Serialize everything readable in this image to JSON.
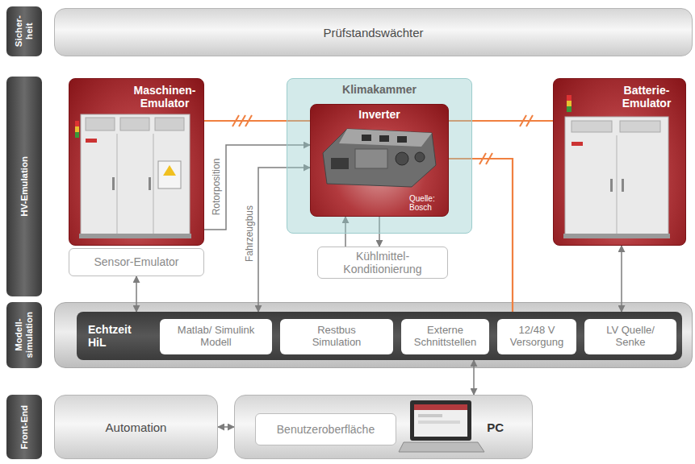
{
  "diagram": {
    "nodes": [
      {
        "text": [
          "Sicher- heit"
        ]
      },
      {
        "text": [
          "Prüfstandswächter"
        ]
      },
      {
        "text": [
          "HV-Emulation"
        ]
      },
      {
        "text": [
          "Maschinen- Emulator"
        ]
      },
      {
        "text": [
          "Sensor-Emulator"
        ]
      },
      {
        "text": [
          "Klimakammer"
        ]
      },
      {
        "text": [
          "Inverter",
          "Quelle: Bosch"
        ],
        "in": 5
      },
      {
        "text": [
          "Kühlmittel- Konditionierung"
        ]
      },
      {
        "text": [
          "Batterie- Emulator"
        ]
      },
      {
        "text": [
          "Modell- simulation"
        ]
      },
      {
        "text": [
          "Echtzeit HiL"
        ]
      },
      {
        "text": [
          "Matlab/ Simulink Modell"
        ],
        "in": 10
      },
      {
        "text": [
          "Restbus Simulation"
        ],
        "in": 10
      },
      {
        "text": [
          "Externe Schnittstellen"
        ],
        "in": 10
      },
      {
        "text": [
          "12/48 V Versorgung"
        ],
        "in": 10
      },
      {
        "text": [
          "LV Quelle/ Senke"
        ],
        "in": 10
      },
      {
        "text": [
          "Front-End"
        ]
      },
      {
        "text": [
          "Automation"
        ]
      },
      {
        "text": [
          "PC"
        ]
      },
      {
        "text": [
          "Benutzeroberfläche"
        ],
        "in": 18
      }
    ],
    "edges": [
      {
        "from": 3,
        "to": 6,
        "arrow": "none"
      },
      {
        "from": 3,
        "to": 6,
        "label": "Rotorposition",
        "arrow": "to"
      },
      {
        "from": 10,
        "to": 6,
        "label": "Fahrzeugbus",
        "arrow": "both"
      },
      {
        "from": 7,
        "to": 6,
        "arrow": "to"
      },
      {
        "from": 6,
        "to": 7,
        "arrow": "to"
      },
      {
        "from": 6,
        "to": 8,
        "arrow": "none"
      },
      {
        "from": 6,
        "to": 14,
        "arrow": "none"
      },
      {
        "from": 4,
        "to": 10,
        "arrow": "both"
      },
      {
        "from": 8,
        "to": 10,
        "arrow": "both"
      },
      {
        "from": 10,
        "to": 18,
        "arrow": "both"
      },
      {
        "from": 17,
        "to": 18,
        "arrow": "both"
      }
    ]
  }
}
